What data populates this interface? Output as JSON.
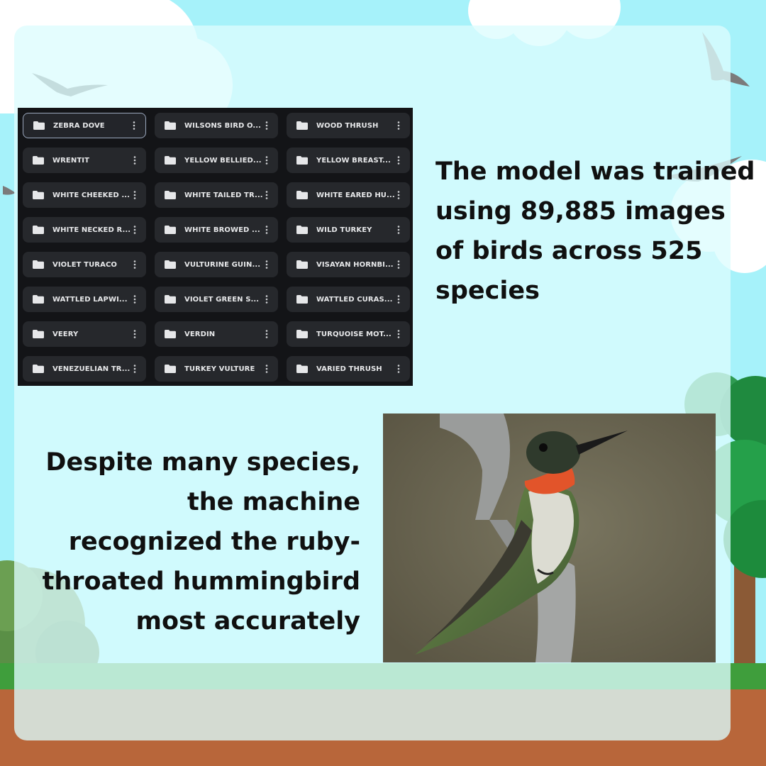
{
  "folders": [
    {
      "label": "ZEBRA DOVE",
      "selected": true
    },
    {
      "label": "WILSONS BIRD O..."
    },
    {
      "label": "WOOD THRUSH"
    },
    {
      "label": "WRENTIT"
    },
    {
      "label": "YELLOW BELLIED..."
    },
    {
      "label": "YELLOW BREAST..."
    },
    {
      "label": "WHITE CHEEKED ..."
    },
    {
      "label": "WHITE TAILED TR..."
    },
    {
      "label": "WHITE EARED HU..."
    },
    {
      "label": "WHITE NECKED R..."
    },
    {
      "label": "WHITE BROWED ..."
    },
    {
      "label": "WILD TURKEY"
    },
    {
      "label": "VIOLET TURACO"
    },
    {
      "label": "VULTURINE GUIN..."
    },
    {
      "label": "VISAYAN HORNBI..."
    },
    {
      "label": "WATTLED LAPWI..."
    },
    {
      "label": "VIOLET GREEN S..."
    },
    {
      "label": "WATTLED CURAS..."
    },
    {
      "label": "VEERY"
    },
    {
      "label": "VERDIN"
    },
    {
      "label": "TURQUOISE MOT..."
    },
    {
      "label": "VENEZUELIAN TR..."
    },
    {
      "label": "TURKEY VULTURE"
    },
    {
      "label": "VARIED THRUSH"
    }
  ],
  "caption_top": "The model was trained using 89,885 images of birds across 525 species",
  "caption_bottom_lines": [
    "Despite many species,",
    "the machine",
    "recognized the ruby-",
    "throated hummingbird",
    "most accurately"
  ],
  "colors": {
    "sky": "#a6f2fa",
    "panel": "#dcfcfe",
    "grass": "#3f9e3c",
    "soil": "#b8663a",
    "folder_bg": "#26282c",
    "grid_bg": "#131417"
  },
  "icons": {
    "folder": "folder-icon",
    "menu": "more-vertical-icon"
  }
}
